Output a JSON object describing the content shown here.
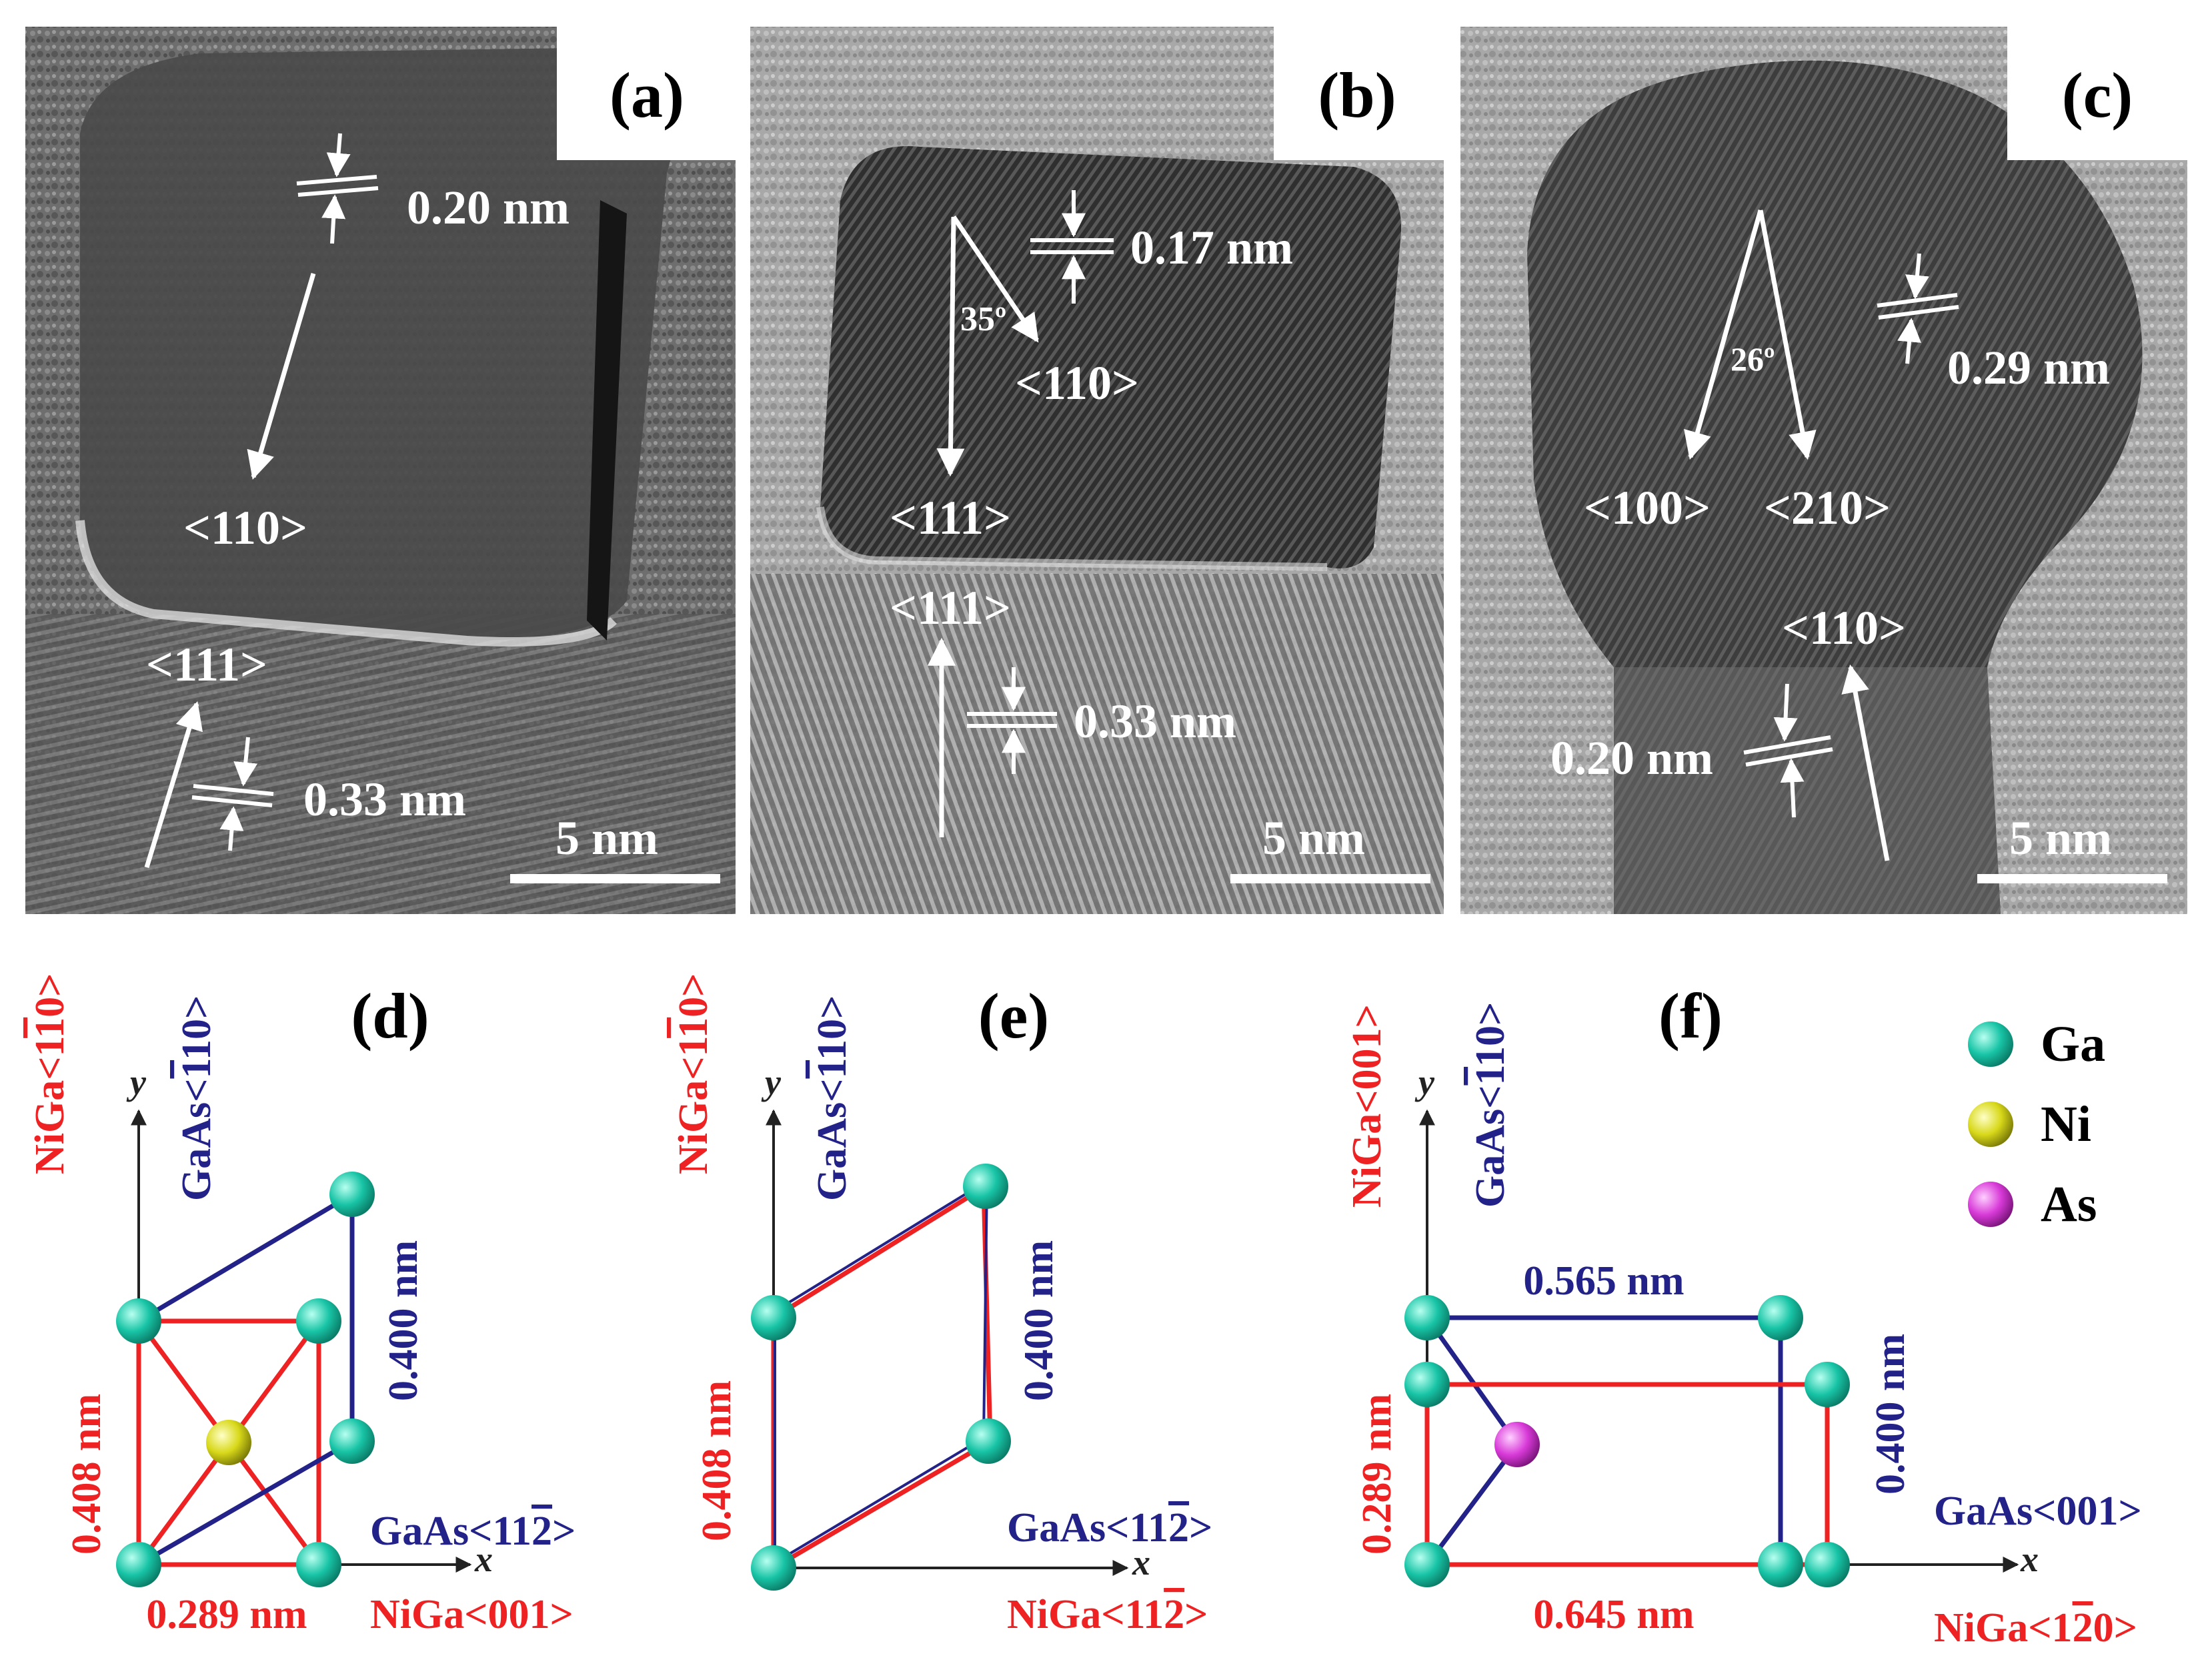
{
  "colors": {
    "ga_atom": "#18c4a6",
    "ni_atom": "#d8d81a",
    "as_atom": "#d83ad8",
    "nige_red": "#ee2222",
    "gaas_blue": "#222288",
    "tem_dark": "#3a3a3a",
    "tem_mid": "#7a7a7a",
    "tem_light": "#bdbdbd"
  },
  "panels": {
    "a": {
      "label": "(a)",
      "spacing_top": "0.20 nm",
      "dir_top": "<110>",
      "dir_bottom": "<111>",
      "spacing_bottom": "0.33 nm",
      "scale": "5 nm"
    },
    "b": {
      "label": "(b)",
      "spacing_top": "0.17 nm",
      "angle": "35º",
      "dir_angled": "<110>",
      "dir_top": "<111>",
      "dir_bottom": "<111>",
      "spacing_bottom": "0.33 nm",
      "scale": "5 nm"
    },
    "c": {
      "label": "(c)",
      "angle": "26º",
      "spacing_top": "0.29 nm",
      "dir_left": "<100>",
      "dir_right": "<210>",
      "dir_bottom": "<110>",
      "spacing_bottom": "0.20 nm",
      "scale": "5 nm"
    },
    "d": {
      "label": "(d)",
      "y_red_1": "NiGa<1",
      "y_red_bar": "1",
      "y_red_2": "0>",
      "y_blue_1": "GaAs<",
      "y_blue_bar": "1",
      "y_blue_2": "10>",
      "y_axis": "y",
      "x_axis": "x",
      "vert_red": "0.408 nm",
      "vert_blue": "0.400 nm",
      "horiz_red": "0.289 nm",
      "x_blue_1": "GaAs<11",
      "x_blue_bar": "2",
      "x_blue_2": ">",
      "x_red": "NiGa<001>"
    },
    "e": {
      "label": "(e)",
      "y_red_1": "NiGa<1",
      "y_red_bar": "1",
      "y_red_2": "0>",
      "y_blue_1": "GaAs<",
      "y_blue_bar": "1",
      "y_blue_2": "10>",
      "y_axis": "y",
      "x_axis": "x",
      "vert_red": "0.408 nm",
      "vert_blue": "0.400 nm",
      "x_blue_1": "GaAs<11",
      "x_blue_bar": "2",
      "x_blue_2": ">",
      "x_red_1": "NiGa<11",
      "x_red_bar": "2",
      "x_red_2": ">"
    },
    "f": {
      "label": "(f)",
      "y_red": "NiGa<001>",
      "y_blue_1": "GaAs<",
      "y_blue_bar": "1",
      "y_blue_2": "10>",
      "y_axis": "y",
      "x_axis": "x",
      "top_blue": "0.565 nm",
      "vert_red": "0.289 nm",
      "vert_blue": "0.400 nm",
      "bottom_red": "0.645 nm",
      "x_blue": "GaAs<001>",
      "x_red_1": "NiGa<1",
      "x_red_bar": "2",
      "x_red_2": "0>"
    }
  },
  "legend": {
    "ga": "Ga",
    "ni": "Ni",
    "as": "As"
  }
}
